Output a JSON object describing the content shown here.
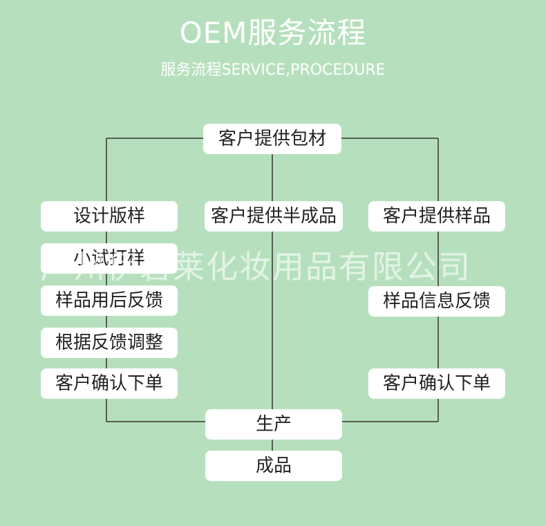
{
  "header": {
    "title": "OEM服务流程",
    "subtitle": "服务流程SERVICE,PROCEDURE"
  },
  "flow": {
    "top": "客户提供包材",
    "left": [
      "设计版样",
      "小试打样",
      "样品用后反馈",
      "根据反馈调整",
      "客户确认下单"
    ],
    "center": "客户提供半成品",
    "right": [
      "客户提供样品",
      "样品信息反馈",
      "客户确认下单"
    ],
    "production": "生产",
    "finished": "成品"
  },
  "watermark": "广州伊碧莱化妆用品有限公司",
  "colors": {
    "background": "#b6e0bd",
    "box": "#ffffff",
    "line": "#333333",
    "text": "#222222"
  }
}
